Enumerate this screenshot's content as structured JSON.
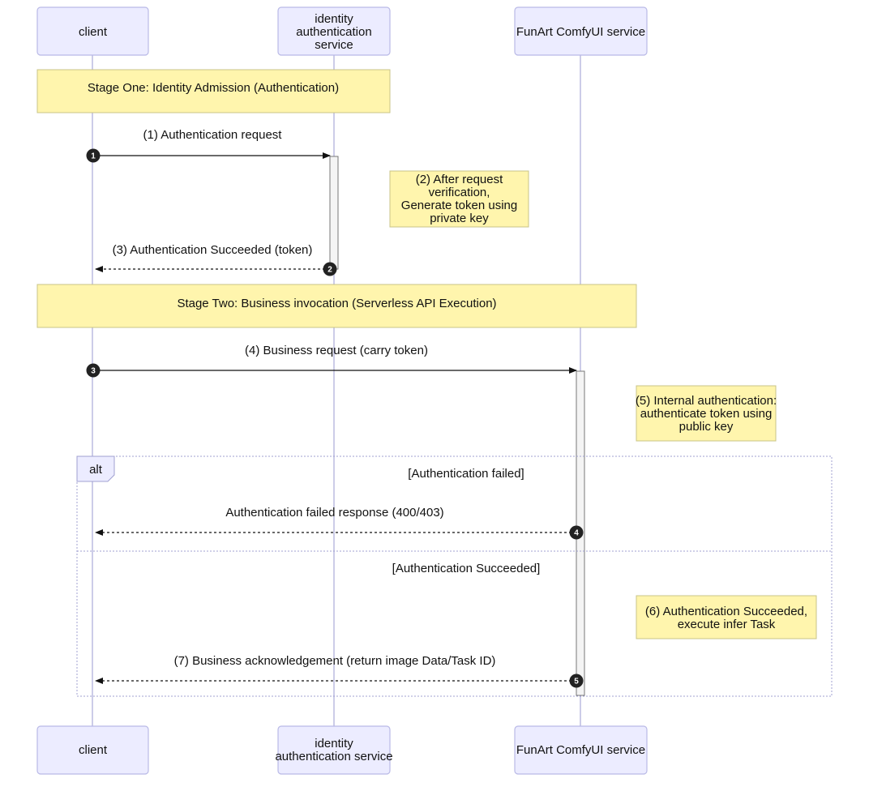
{
  "participants": {
    "client": "client",
    "auth_top": [
      "identity",
      "authentication",
      "service"
    ],
    "auth_bottom": [
      "identity",
      "authentication service"
    ],
    "funart": "FunArt ComfyUI service"
  },
  "stages": {
    "one": "Stage One: Identity Admission (Authentication)",
    "two": "Stage Two: Business invocation (Serverless API Execution)"
  },
  "messages": [
    {
      "seq": "1",
      "label": "(1) Authentication request"
    },
    {
      "seq": "2",
      "label": "(3) Authentication Succeeded (token)"
    },
    {
      "seq": "3",
      "label": "(4) Business request (carry token)"
    },
    {
      "seq": "4",
      "label": "Authentication failed response (400/403)"
    },
    {
      "seq": "5",
      "label": "(7) Business acknowledgement (return image Data/Task ID)"
    }
  ],
  "notes": {
    "n2": [
      "(2) After request",
      "verification,",
      "Generate token using",
      "private key"
    ],
    "n5": [
      "(5) Internal authentication:",
      "authenticate token using",
      "public key"
    ],
    "n6": [
      "(6) Authentication Succeeded,",
      "execute infer Task"
    ]
  },
  "alt": {
    "label": "alt",
    "cond1": "[Authentication failed]",
    "cond2": "[Authentication Succeeded]"
  }
}
